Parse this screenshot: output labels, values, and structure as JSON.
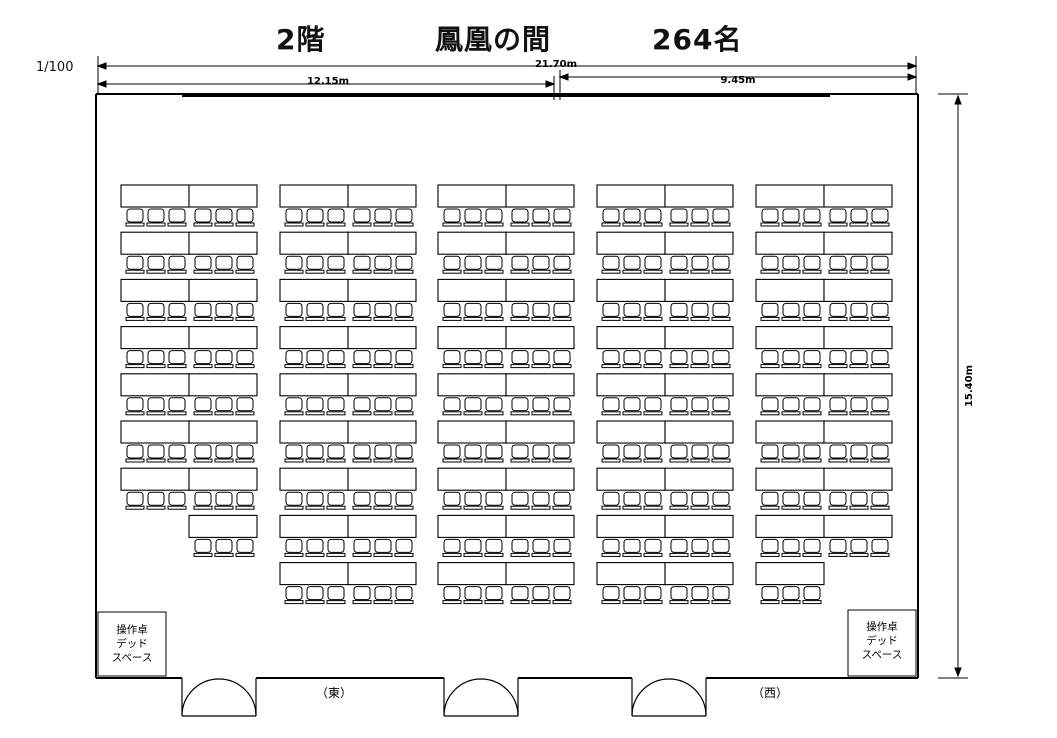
{
  "header": {
    "floor": "2階",
    "room_name": "鳳凰の間",
    "capacity": "264名"
  },
  "scale": "1/100",
  "dimensions": {
    "total_width": "21.70m",
    "left_width": "12.15m",
    "right_width": "9.45m",
    "depth": "15.40m"
  },
  "operator_box": {
    "line1": "操作卓",
    "line2": "デッド",
    "line3": "スペース"
  },
  "side_labels": {
    "east": "（東）",
    "west": "（西）"
  },
  "layout": {
    "tables_per_full_row": 2,
    "chairs_per_table": 3,
    "columns": [
      {
        "rows": 8,
        "last_row_tables": 1,
        "last_row_align": "right"
      },
      {
        "rows": 9,
        "last_row_tables": 2
      },
      {
        "rows": 9,
        "last_row_tables": 2
      },
      {
        "rows": 9,
        "last_row_tables": 2
      },
      {
        "rows": 9,
        "last_row_tables": 1,
        "last_row_align": "left"
      }
    ]
  }
}
